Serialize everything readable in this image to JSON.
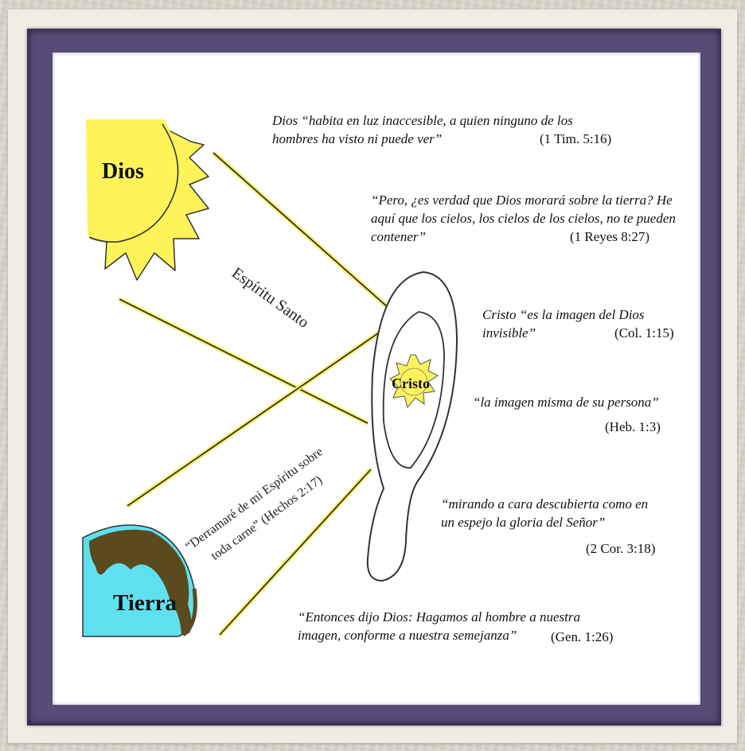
{
  "labels": {
    "sun": "Dios",
    "earth": "Tierra",
    "mirror": "Cristo",
    "spirit": "Espíritu Santo",
    "pour_line1": "“Derramaré de mi Espíritu sobre",
    "pour_line2": "toda carne” (Hechos 2:17)"
  },
  "quotes": {
    "tim": {
      "line1": "Dios “habita en luz inaccesible, a quien ninguno de los",
      "line2": "hombres ha visto ni puede ver”",
      "ref": "(1 Tim. 5:16)"
    },
    "reyes": {
      "line1": "“Pero, ¿es verdad que Dios morará sobre la tierra? He",
      "line2": "aquí que los cielos, los cielos de los cielos, no te pueden",
      "line3": "contener”",
      "ref": "(1 Reyes 8:27)"
    },
    "col": {
      "line1": "Cristo “es la imagen del Dios",
      "line2": "invisible”",
      "ref": "(Col. 1:15)"
    },
    "heb": {
      "line1": "“la imagen misma de su persona”",
      "ref": "(Heb. 1:3)"
    },
    "cor": {
      "line1": "“mirando a cara descubierta como en",
      "line2": "un espejo la gloria del Señor”",
      "ref": "(2 Cor. 3:18)"
    },
    "gen": {
      "line1": "“Entonces dijo Dios: Hagamos al hombre a nuestra",
      "line2": "imagen, conforme a nuestra semejanza”",
      "ref": "(Gen. 1:26)"
    }
  },
  "colors": {
    "frame": "#574b78",
    "sun": "#fff35a",
    "ray": "#f5ee6a",
    "ocean": "#5fe0ee",
    "land": "#5a4a1e"
  }
}
